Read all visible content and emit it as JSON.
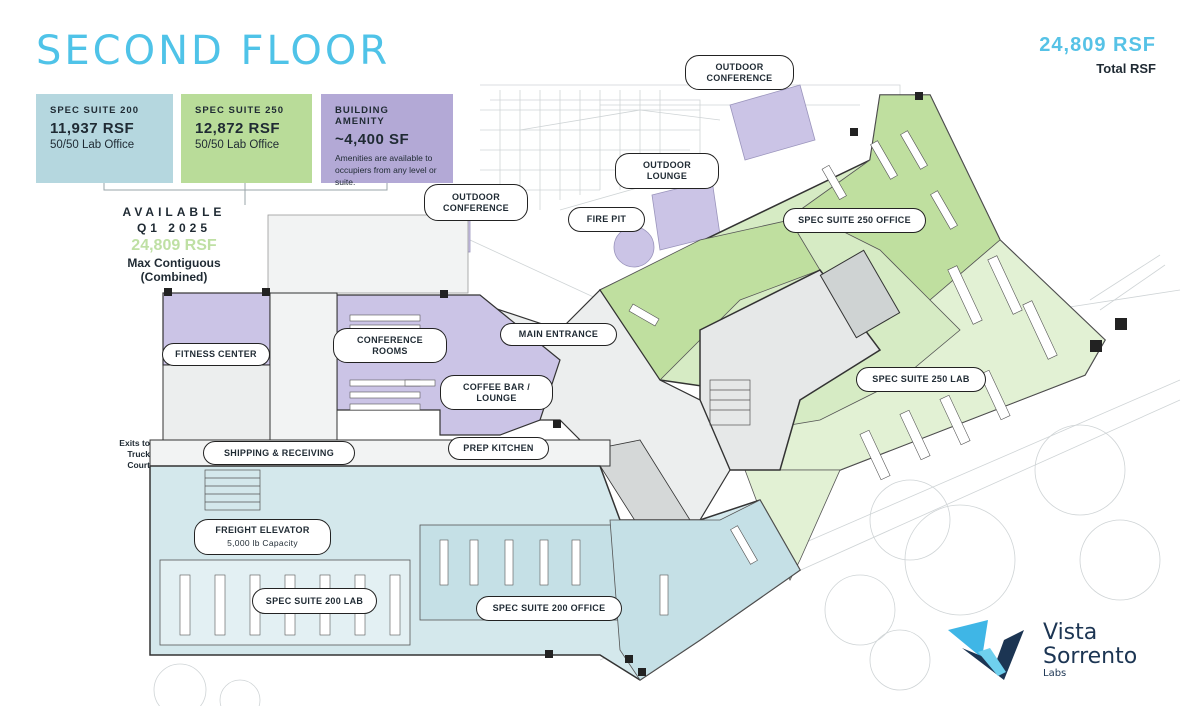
{
  "title": "SECOND FLOOR",
  "total": {
    "value": "24,809 RSF",
    "label": "Total RSF"
  },
  "cards": {
    "suite200": {
      "header": "SPEC SUITE 200",
      "rsf": "11,937 RSF",
      "sub": "50/50 Lab Office"
    },
    "suite250": {
      "header": "SPEC SUITE 250",
      "rsf": "12,872 RSF",
      "sub": "50/50 Lab Office"
    },
    "amenity": {
      "header": "BUILDING AMENITY",
      "rsf": "~4,400 SF",
      "desc": "Amenities are available to occupiers from any level or suite."
    }
  },
  "available": {
    "line1": "AVAILABLE",
    "line2": "Q1 2025",
    "rsf": "24,809 RSF",
    "line3": "Max Contiguous",
    "line4": "(Combined)"
  },
  "exits": "Exits to Truck Court",
  "labels": {
    "outdoor_conference_top": "OUTDOOR CONFERENCE",
    "outdoor_lounge": "OUTDOOR LOUNGE",
    "outdoor_conference_left": "OUTDOOR CONFERENCE",
    "fire_pit": "FIRE PIT",
    "suite250_office": "SPEC SUITE 250 OFFICE",
    "main_entrance": "MAIN ENTRANCE",
    "conference_rooms": "CONFERENCE ROOMS",
    "fitness_center": "FITNESS CENTER",
    "coffee_bar": "COFFEE BAR / LOUNGE",
    "suite250_lab": "SPEC SUITE 250 LAB",
    "shipping": "SHIPPING & RECEIVING",
    "prep_kitchen": "PREP KITCHEN",
    "freight_elevator": "FREIGHT ELEVATOR",
    "freight_capacity": "5,000 lb Capacity",
    "suite200_lab": "SPEC SUITE 200 LAB",
    "suite200_office": "SPEC SUITE 200 OFFICE"
  },
  "logo": {
    "line1": "Vista",
    "line2": "Sorrento",
    "line3": "Labs"
  },
  "colors": {
    "title": "#4fc3e8",
    "suite200": "#b5d7df",
    "suite250": "#b9dc99",
    "amenity": "#b3a9d6",
    "suite200_fill": "#d4e8ec",
    "suite250_fill": "#d6ebc4",
    "amenity_fill": "#cbc4e6"
  }
}
